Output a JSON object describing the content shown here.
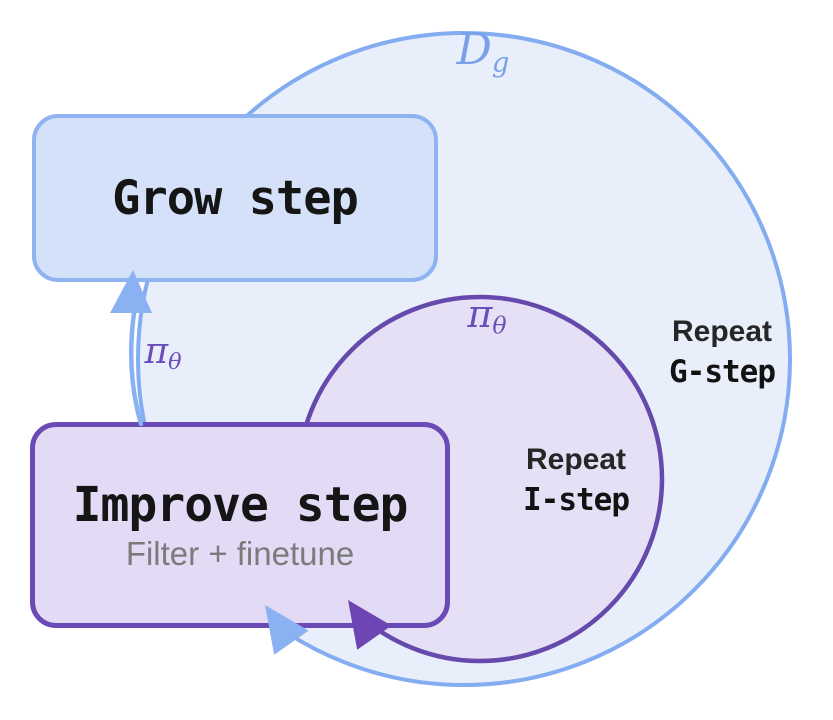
{
  "colors": {
    "outer_fill": "#e9eefb",
    "outer_stroke": "#83adf0",
    "inner_fill": "#e6e0f6",
    "inner_stroke": "#6549ab",
    "grow_box_fill": "#d4e1f9",
    "grow_box_border": "#8fb2f2",
    "improve_box_fill": "#e3dbf5",
    "improve_box_border": "#6a4bb5",
    "blue_arrow": "#8ab2f2",
    "purple_arrow": "#6e46b4",
    "dataset_label": "#7aa0ea",
    "policy_label": "#6a4fb8",
    "repeat_text": "#262626",
    "step_text": "#121212",
    "subtitle_text": "#7b7b7b"
  },
  "outer_loop": {
    "dataset_base": "D",
    "dataset_sub": "g",
    "repeat_line1": "Repeat",
    "repeat_line2": "G-step"
  },
  "inner_loop": {
    "policy_base": "π",
    "policy_sub": "θ",
    "repeat_line1": "Repeat",
    "repeat_line2": "I-step"
  },
  "grow_box": {
    "title": "Grow step"
  },
  "improve_box": {
    "title": "Improve step",
    "subtitle": "Filter + finetune"
  },
  "policy_arrow": {
    "label_base": "π",
    "label_sub": "θ"
  }
}
